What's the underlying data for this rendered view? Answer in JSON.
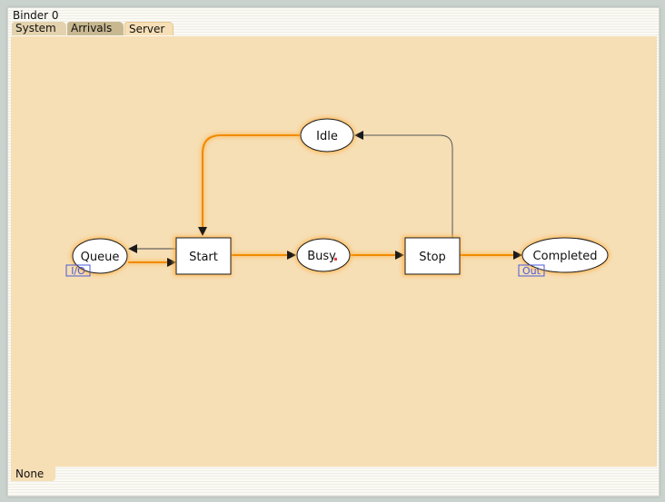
{
  "window": {
    "title": "Binder 0"
  },
  "tabs": [
    {
      "label": "System"
    },
    {
      "label": "Arrivals"
    },
    {
      "label": "Server"
    }
  ],
  "bottom_tab": {
    "label": "None"
  },
  "net": {
    "places": {
      "idle": {
        "label": "Idle"
      },
      "queue": {
        "label": "Queue",
        "port": "I/O"
      },
      "busy": {
        "label": "Busy"
      },
      "completed": {
        "label": "Completed",
        "port": "Out"
      }
    },
    "transitions": {
      "start": {
        "label": "Start"
      },
      "stop": {
        "label": "Stop"
      }
    }
  },
  "colors": {
    "canvas": "#f6deb5",
    "arc_highlight": "#f08a00",
    "glow": "#ffb040",
    "port_border": "#4a5ad8"
  }
}
